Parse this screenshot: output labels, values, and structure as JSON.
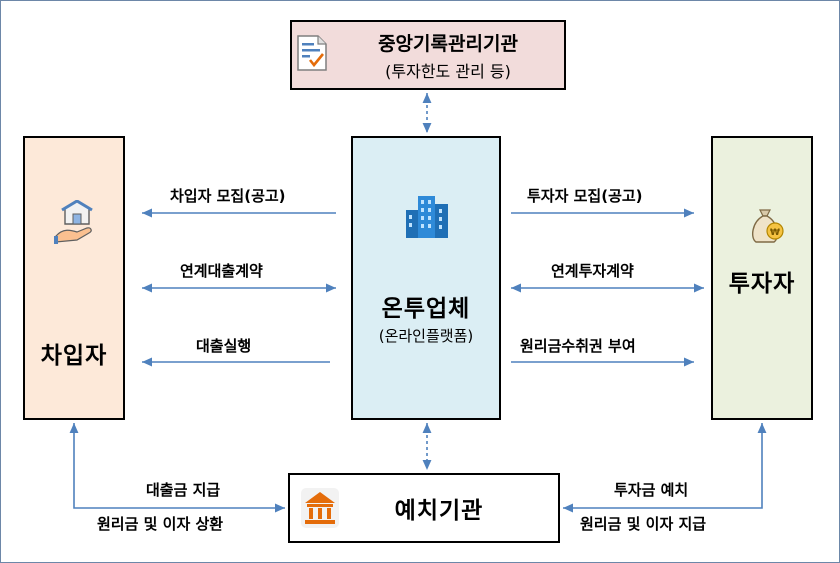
{
  "nodes": {
    "registry": {
      "title": "중앙기록관리기관",
      "subtitle": "(투자한도 관리 등)"
    },
    "borrower": {
      "title": "차입자"
    },
    "platform": {
      "title": "온투업체",
      "subtitle": "(온라인플랫폼)"
    },
    "investor": {
      "title": "투자자"
    },
    "bank": {
      "title": "예치기관"
    }
  },
  "edges": {
    "borrower_recruit": "차입자 모집(공고)",
    "linked_loan_contract": "연계대출계약",
    "loan_execution": "대출실행",
    "investor_recruit": "투자자 모집(공고)",
    "linked_invest_contract": "연계투자계약",
    "receivable_right": "원리금수취권 부여",
    "loan_payment": "대출금 지급",
    "borrower_repayment": "원리금 및 이자 상환",
    "invest_deposit": "투자금 예치",
    "investor_payment": "원리금 및 이자 지급"
  },
  "colors": {
    "arrow": "#4f81bd",
    "registry_fill": "#f2dcdb",
    "borrower_fill": "#fde9d9",
    "platform_fill": "#dbeef4",
    "investor_fill": "#ebf1de"
  },
  "icons": [
    "document-check-icon",
    "house-hand-icon",
    "building-icon",
    "money-bag-icon",
    "bank-icon"
  ]
}
